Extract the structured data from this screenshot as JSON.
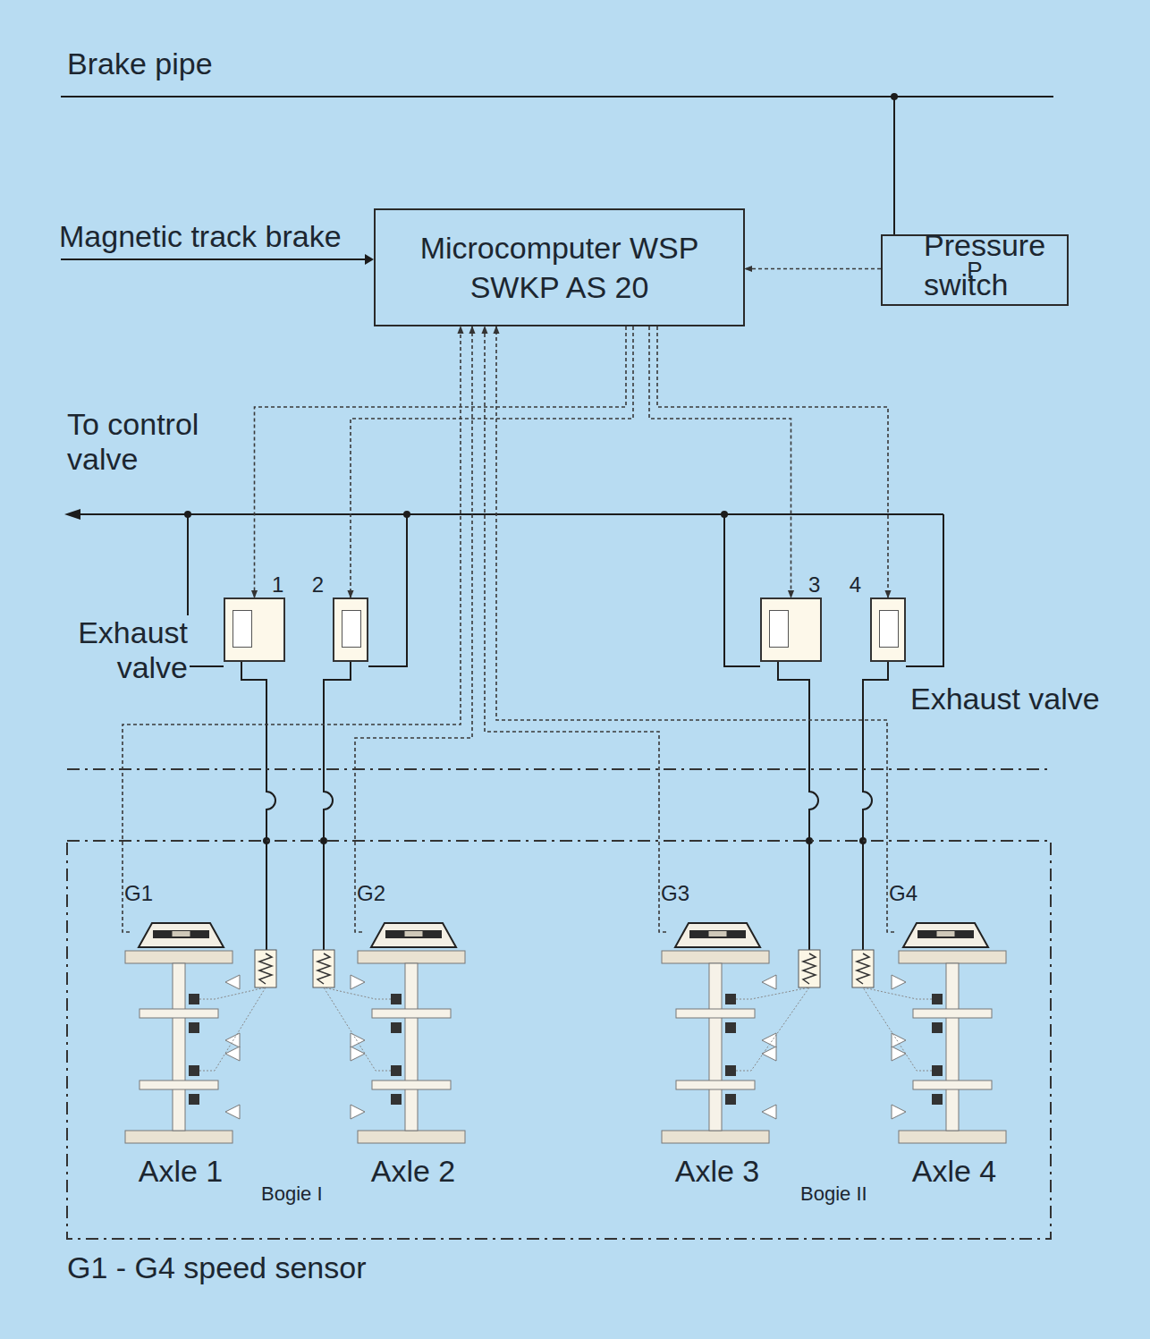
{
  "diagram": {
    "nodes": [
      {
        "text": [
          "Microcomputer WSP SWKP AS 20"
        ]
      },
      {
        "text": [
          "P",
          "Pressure switch"
        ]
      },
      {
        "text": [
          "1"
        ]
      },
      {
        "text": [
          "2"
        ]
      },
      {
        "text": [
          "3"
        ]
      },
      {
        "text": [
          "4"
        ]
      },
      {
        "text": [
          "G1"
        ]
      },
      {
        "text": [
          "G2"
        ]
      },
      {
        "text": [
          "G3"
        ]
      },
      {
        "text": [
          "G4"
        ]
      }
    ],
    "edges": [
      {
        "from": 0,
        "to": 2,
        "arrow": "to"
      },
      {
        "from": 0,
        "to": 3,
        "arrow": "to"
      },
      {
        "from": 0,
        "to": 4,
        "arrow": "to"
      },
      {
        "from": 0,
        "to": 5,
        "arrow": "to"
      },
      {
        "from": 6,
        "to": 0,
        "arrow": "to"
      },
      {
        "from": 7,
        "to": 0,
        "arrow": "to"
      },
      {
        "from": 8,
        "to": 0,
        "arrow": "to"
      },
      {
        "from": 9,
        "to": 0,
        "arrow": "to"
      },
      {
        "from": 1,
        "to": 0,
        "arrow": "to"
      }
    ],
    "labels": [
      "Brake pipe",
      "Magnetic track brake",
      "To control valve",
      "Exhaust valve",
      "Exhaust valve",
      "Axle 1",
      "Bogie I",
      "Axle 2",
      "Axle 3",
      "Bogie II",
      "Axle 4",
      "G1 - G4 speed sensor"
    ]
  }
}
